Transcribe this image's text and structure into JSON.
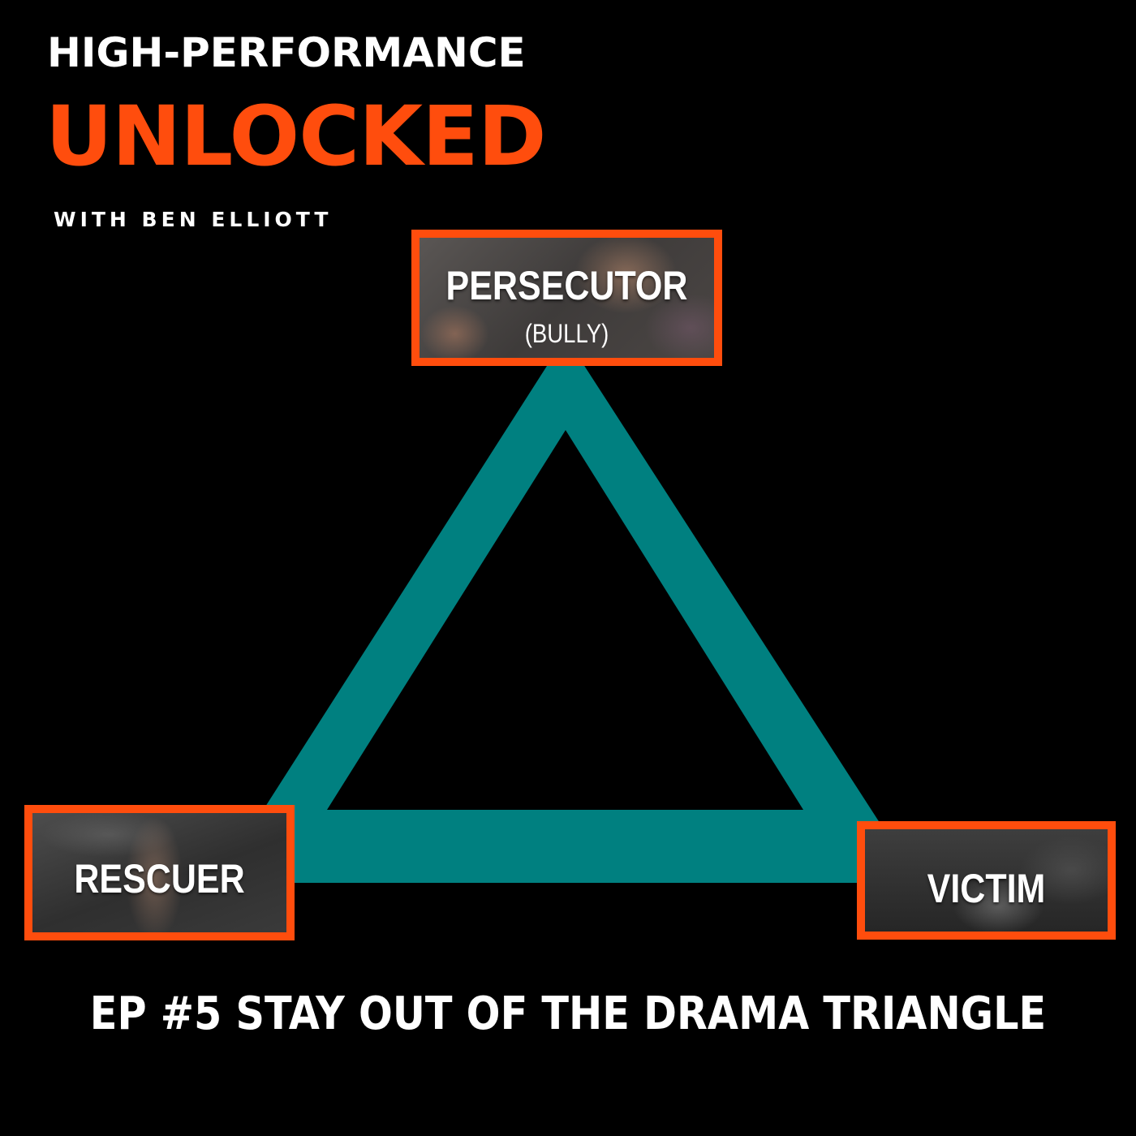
{
  "header": {
    "title_line1": "HIGH-PERFORMANCE",
    "title_line2": "UNLOCKED",
    "host": "WITH BEN ELLIOTT"
  },
  "diagram": {
    "roles": [
      {
        "label": "PERSECUTOR",
        "sublabel": "(BULLY)"
      },
      {
        "label": "RESCUER"
      },
      {
        "label": "VICTIM"
      }
    ]
  },
  "footer": {
    "episode_title": "EP #5 STAY OUT OF THE DRAMA TRIANGLE"
  },
  "colors": {
    "background": "#000000",
    "accent_orange": "#ff4d0d",
    "triangle_teal": "#008080",
    "text": "#ffffff"
  }
}
